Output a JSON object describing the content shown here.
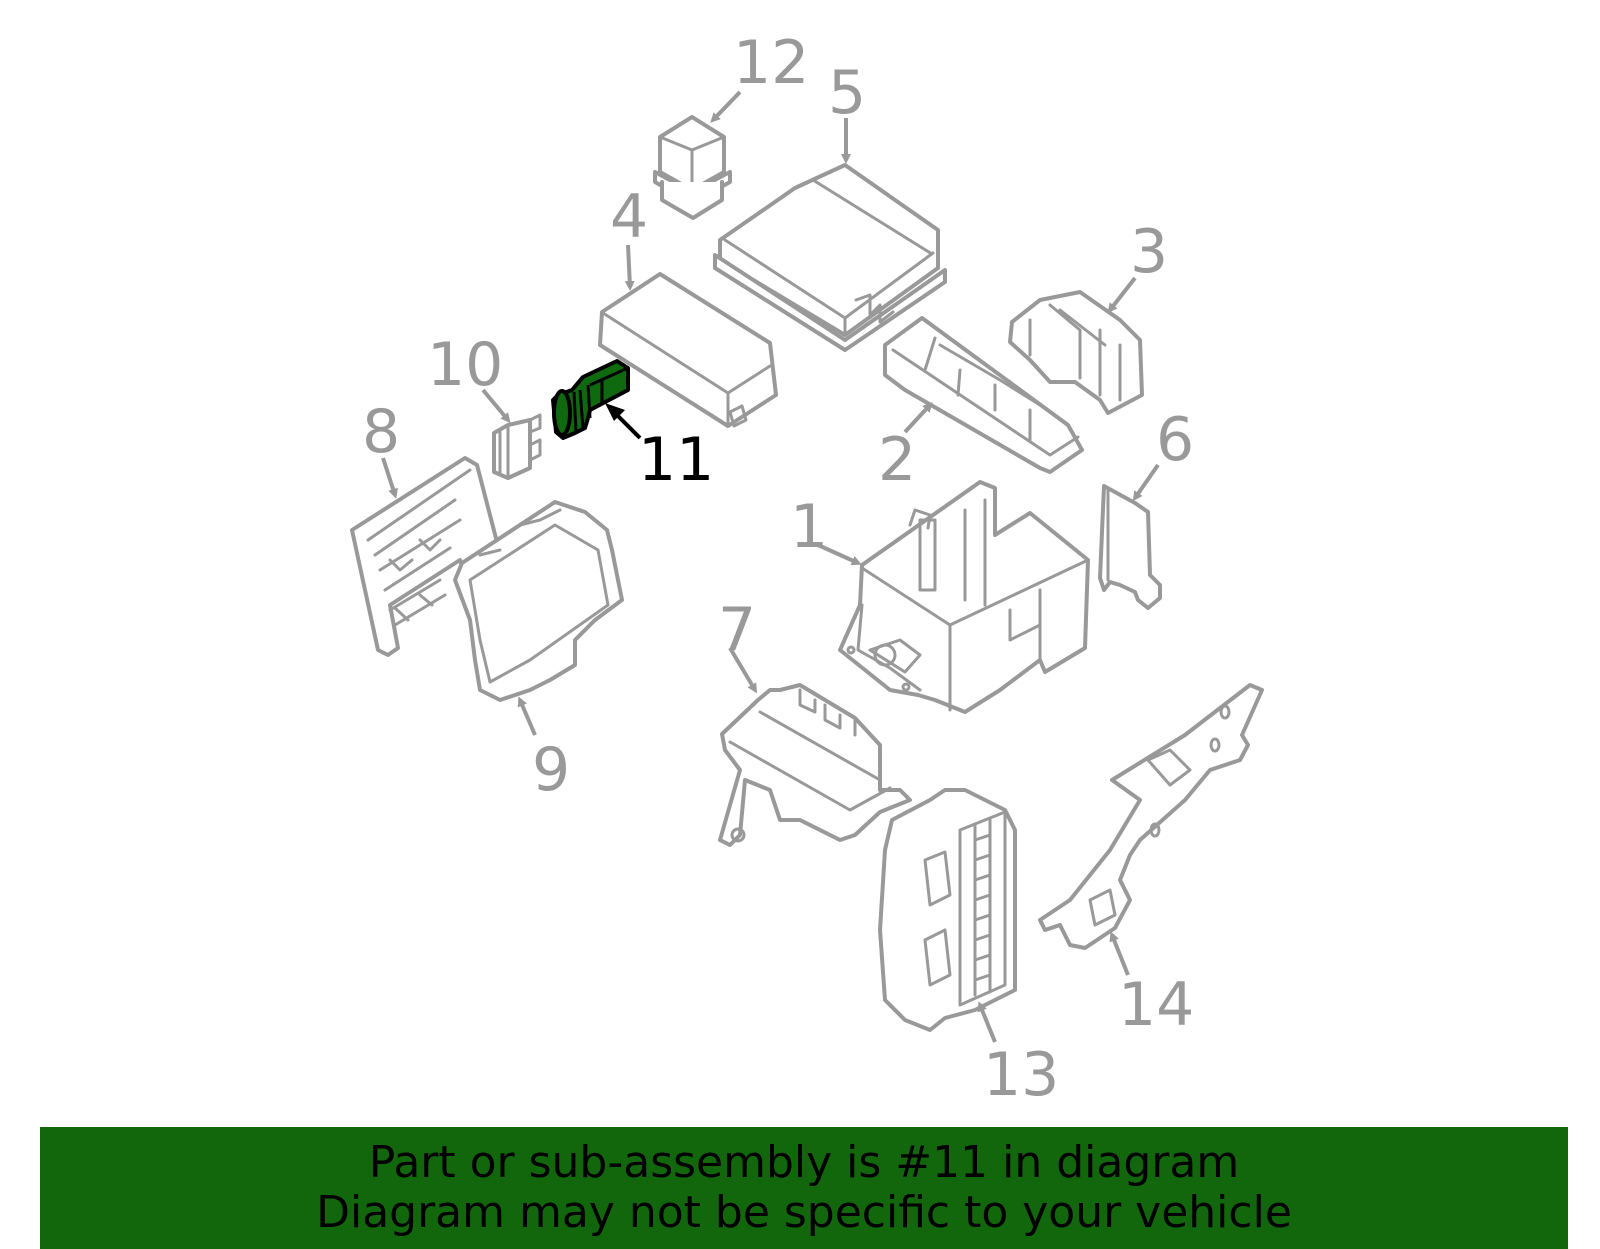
{
  "diagram": {
    "highlighted_part": "11",
    "colors": {
      "highlight_fill": "#0f6a0f",
      "outline": "#999999",
      "active_label": "#000000",
      "banner_bg": "#12660b"
    },
    "callouts": [
      {
        "id": "1",
        "label": "1"
      },
      {
        "id": "2",
        "label": "2"
      },
      {
        "id": "3",
        "label": "3"
      },
      {
        "id": "4",
        "label": "4"
      },
      {
        "id": "5",
        "label": "5"
      },
      {
        "id": "6",
        "label": "6"
      },
      {
        "id": "7",
        "label": "7"
      },
      {
        "id": "8",
        "label": "8"
      },
      {
        "id": "9",
        "label": "9"
      },
      {
        "id": "10",
        "label": "10"
      },
      {
        "id": "11",
        "label": "11"
      },
      {
        "id": "12",
        "label": "12"
      },
      {
        "id": "13",
        "label": "13"
      },
      {
        "id": "14",
        "label": "14"
      }
    ]
  },
  "banner": {
    "line1": "Part or sub-assembly is #11 in diagram",
    "line2": "Diagram may not be specific to your vehicle"
  }
}
